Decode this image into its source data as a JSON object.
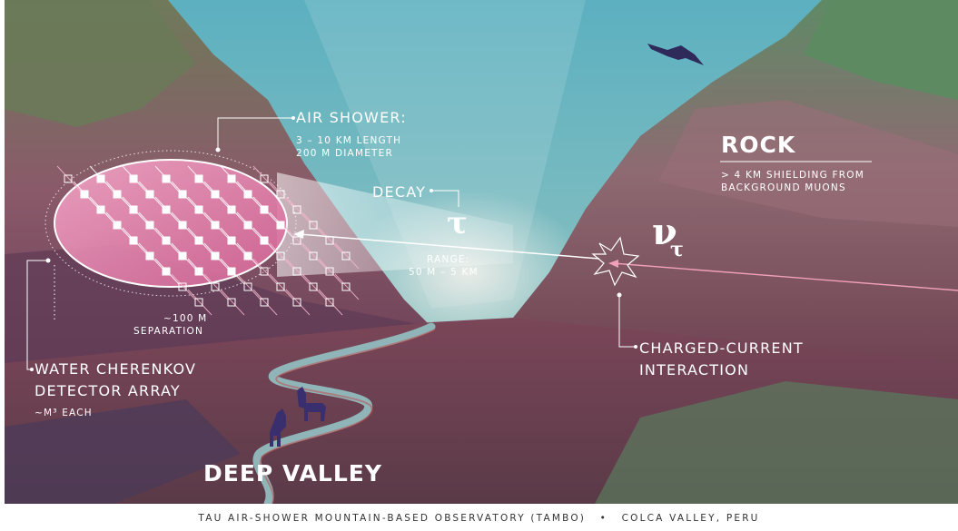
{
  "labels": {
    "air_shower": "AIR SHOWER:",
    "air_shower_length": "3 – 10 KM LENGTH",
    "air_shower_diameter": "200 M DIAMETER",
    "decay": "DECAY",
    "tau_symbol": "τ",
    "range": "RANGE:",
    "range_values": "50 M – 5 KM",
    "nu_symbol": "ν",
    "nu_subscript": "τ",
    "rock": "ROCK",
    "rock_desc_1": "> 4 KM SHIELDING FROM",
    "rock_desc_2": "BACKGROUND MUONS",
    "separation_1": "~100 M",
    "separation_2": "SEPARATION",
    "charged_current_1": "CHARGED-CURRENT",
    "charged_current_2": "INTERACTION",
    "detector_1": "WATER CHERENKOV",
    "detector_2": "DETECTOR ARRAY",
    "detector_each": "~M³ EACH",
    "deep_valley": "DEEP VALLEY"
  },
  "caption": {
    "left": "TAU AIR-SHOWER MOUNTAIN-BASED OBSERVATORY (TAMBO)",
    "separator": "•",
    "right": "COLCA VALLEY, PERU"
  },
  "colors": {
    "sky": "#5fb3c2",
    "rock_purple": "#7a4a6a",
    "shower_pink": "#e07aa8",
    "river": "#8fb5b8",
    "neutrino_line": "#f0a0b8"
  }
}
